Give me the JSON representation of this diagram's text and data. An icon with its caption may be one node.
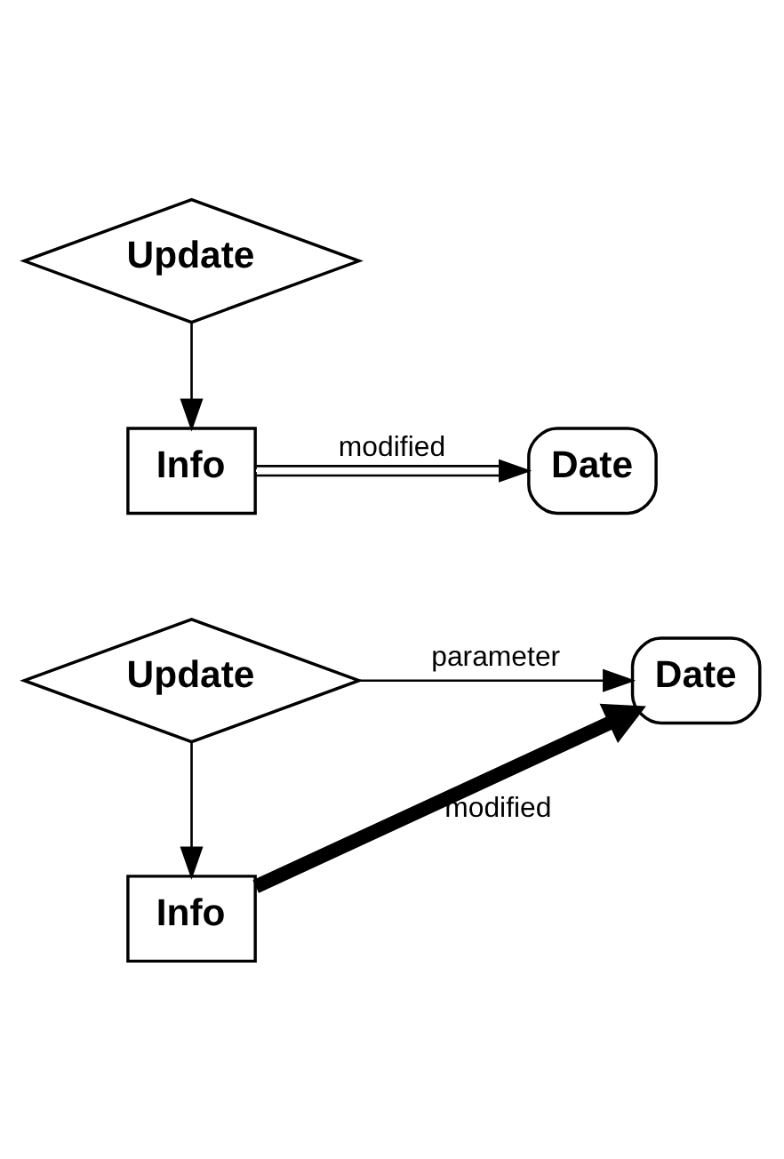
{
  "diagram": {
    "nodes": [
      {
        "text": [
          "Update"
        ]
      },
      {
        "text": [
          "Info"
        ]
      },
      {
        "text": [
          "Date"
        ]
      },
      {
        "text": [
          "Update"
        ]
      },
      {
        "text": [
          "Info"
        ]
      },
      {
        "text": [
          "Date"
        ]
      }
    ],
    "edges": [
      {
        "from": 0,
        "to": 1,
        "arrow": "to"
      },
      {
        "from": 1,
        "to": 2,
        "arrow": "to",
        "label": "modified"
      },
      {
        "from": 3,
        "to": 5,
        "arrow": "to",
        "label": "parameter"
      },
      {
        "from": 3,
        "to": 4,
        "arrow": "to"
      },
      {
        "from": 4,
        "to": 5,
        "arrow": "to",
        "label": "modified",
        "style": "thick"
      }
    ]
  }
}
